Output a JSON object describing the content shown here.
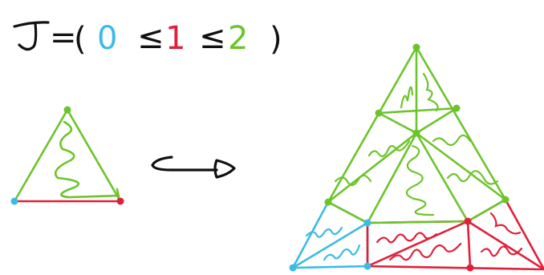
{
  "formula": {
    "symbol": "J",
    "equals": "=",
    "open_paren": "(",
    "item_0": "0",
    "leq_1": "≤",
    "item_1": "1",
    "leq_2": "≤",
    "item_2": "2",
    "close_paren": ")"
  },
  "colors": {
    "level_0": "#3BBBE6",
    "level_1": "#E0203A",
    "level_2": "#6CC42A",
    "ink": "#111111"
  }
}
